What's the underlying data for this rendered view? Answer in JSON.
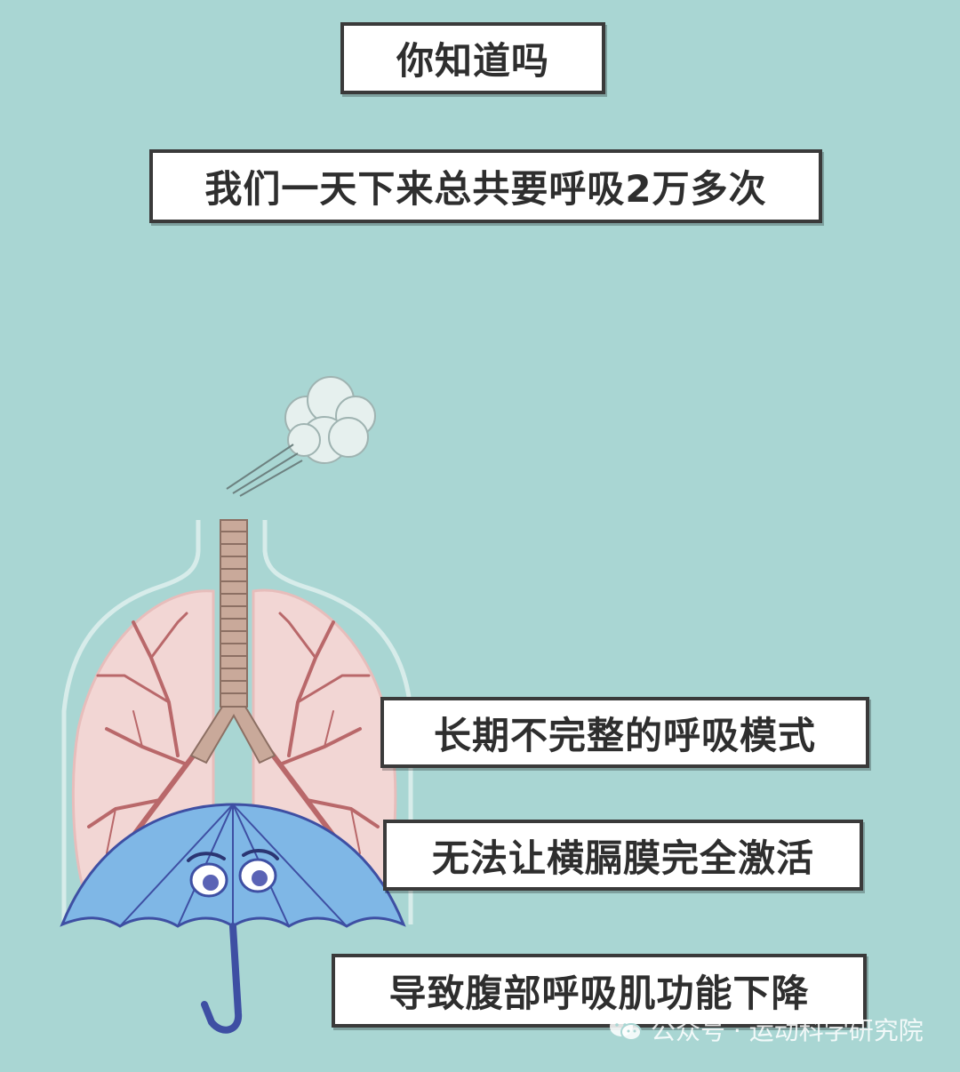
{
  "captions": [
    "你知道吗",
    "我们一天下来总共要呼吸2万多次",
    "长期不完整的呼吸模式",
    "无法让横膈膜完全激活",
    "导致腹部呼吸肌功能下降"
  ],
  "watermark": {
    "icon": "wechat-icon",
    "text": "公众号 · 运动科学研究院"
  },
  "colors": {
    "background": "#a9d6d3",
    "lung_fill": "#f2d6d4",
    "bronchi": "#b9686a",
    "trachea": "#c9a99a",
    "umbrella": "#7fb7e6",
    "umbrella_handle": "#3e4fa3"
  }
}
